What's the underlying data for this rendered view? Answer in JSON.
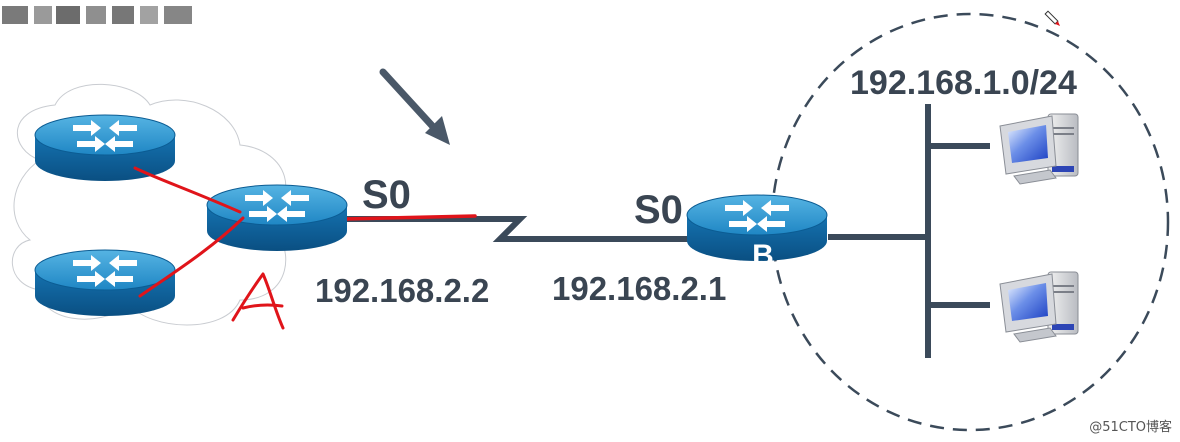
{
  "top_left_caption": "",
  "network_label": "192.168.1.0/24",
  "router_a": {
    "annotation": "A",
    "interface": "S0",
    "ip": "192.168.2.2"
  },
  "router_b": {
    "label": "B",
    "interface": "S0",
    "ip": "192.168.2.1"
  },
  "watermark": "@51CTO博客",
  "icons": [
    "router-icon",
    "computer-icon",
    "cloud-icon",
    "arrow-icon",
    "pencil-icon"
  ],
  "colors": {
    "link": "#3b4a5a",
    "router_top": "#2a8fc9",
    "router_side": "#0d5e97",
    "annotation": "#e0141a",
    "text": "#3a4552"
  }
}
